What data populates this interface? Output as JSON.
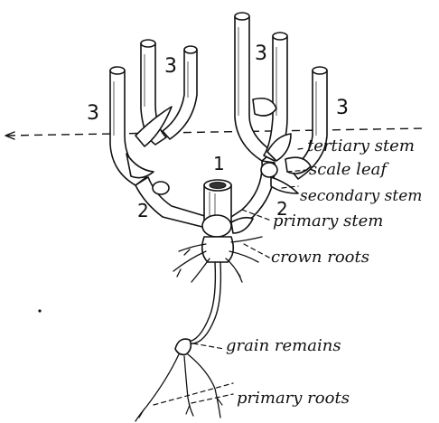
{
  "figure": {
    "numbers": {
      "primary": "1",
      "secondary_left": "2",
      "secondary_right": "2",
      "tertiary_a": "3",
      "tertiary_b": "3",
      "tertiary_c": "3",
      "tertiary_d": "3"
    },
    "labels": {
      "tertiary_stem": "tertiary stem",
      "scale_leaf": "scale leaf",
      "secondary_stem": "secondary stem",
      "primary_stem": "primary stem",
      "crown_roots": "crown roots",
      "grain_remains": "grain remains",
      "primary_roots": "primary roots"
    }
  }
}
